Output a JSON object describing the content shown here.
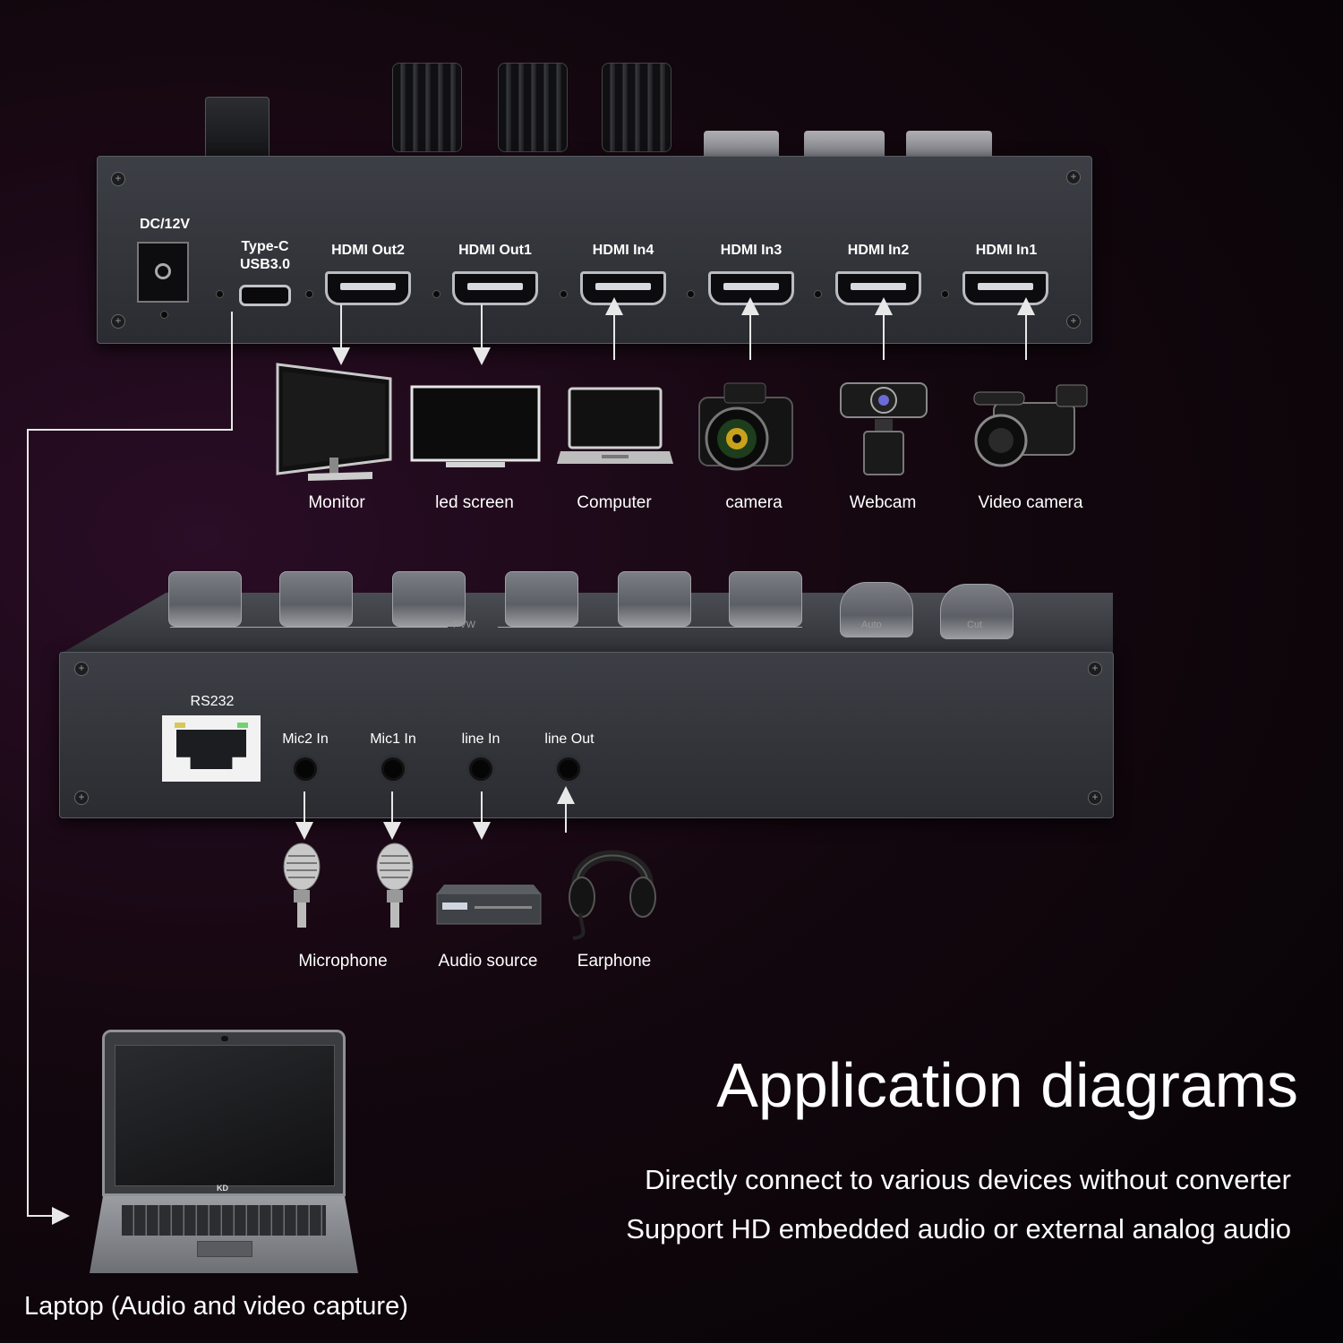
{
  "top_panel": {
    "power_label": "DC/12V",
    "usb_label_line1": "Type-C",
    "usb_label_line2": "USB3.0",
    "hdmi_ports": [
      "HDMI Out2",
      "HDMI Out1",
      "HDMI In4",
      "HDMI In3",
      "HDMI In2",
      "HDMI In1"
    ]
  },
  "video_devices": [
    "Monitor",
    "led screen",
    "Computer",
    "camera",
    "Webcam",
    "Video camera"
  ],
  "bottom_panel": {
    "rs232_label": "RS232",
    "audio_ports": [
      "Mic2 In",
      "Mic1 In",
      "line In",
      "line Out"
    ],
    "button_labels": [
      "PVW",
      "Auto",
      "Cut"
    ]
  },
  "audio_devices": [
    "Microphone",
    "Audio source",
    "Earphone"
  ],
  "laptop": {
    "brand": "KD",
    "label": "Laptop (Audio and video capture)"
  },
  "headline": {
    "title": "Application diagrams",
    "line1": "Directly connect to various devices without converter",
    "line2": "Support HD embedded audio or external analog audio"
  },
  "colors": {
    "background": "#0b0508",
    "panel": "#2f3136",
    "text": "#ffffff",
    "connector_line": "#e8e8e8"
  }
}
